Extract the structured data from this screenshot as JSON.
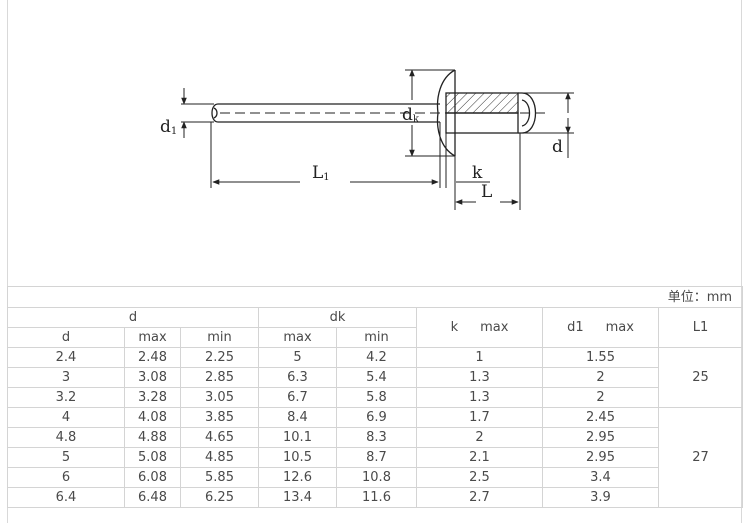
{
  "drawing": {
    "labels": {
      "d1_main": "d",
      "d1_sub": "1",
      "dk_main": "d",
      "dk_sub": "k",
      "L1_main": "L",
      "L1_sub": "1",
      "k": "k",
      "L": "L",
      "d": "d"
    },
    "line_color": "#222222",
    "hatch_color": "#333333"
  },
  "table": {
    "unit": "单位：mm",
    "header": {
      "d_group": "d",
      "dk_group": "dk",
      "k_label": "k",
      "k_max": "max",
      "d1_label": "d1",
      "d1_max": "max",
      "L1": "L1",
      "sub_d": "d",
      "sub_d_max": "max",
      "sub_d_min": "min",
      "sub_dk_max": "max",
      "sub_dk_min": "min"
    },
    "rows": [
      {
        "d": "2.4",
        "dmax": "2.48",
        "dmin": "2.25",
        "dkmax": "5",
        "dkmin": "4.2",
        "kmax": "1",
        "d1max": "1.55"
      },
      {
        "d": "3",
        "dmax": "3.08",
        "dmin": "2.85",
        "dkmax": "6.3",
        "dkmin": "5.4",
        "kmax": "1.3",
        "d1max": "2"
      },
      {
        "d": "3.2",
        "dmax": "3.28",
        "dmin": "3.05",
        "dkmax": "6.7",
        "dkmin": "5.8",
        "kmax": "1.3",
        "d1max": "2"
      },
      {
        "d": "4",
        "dmax": "4.08",
        "dmin": "3.85",
        "dkmax": "8.4",
        "dkmin": "6.9",
        "kmax": "1.7",
        "d1max": "2.45"
      },
      {
        "d": "4.8",
        "dmax": "4.88",
        "dmin": "4.65",
        "dkmax": "10.1",
        "dkmin": "8.3",
        "kmax": "2",
        "d1max": "2.95"
      },
      {
        "d": "5",
        "dmax": "5.08",
        "dmin": "4.85",
        "dkmax": "10.5",
        "dkmin": "8.7",
        "kmax": "2.1",
        "d1max": "2.95"
      },
      {
        "d": "6",
        "dmax": "6.08",
        "dmin": "5.85",
        "dkmax": "12.6",
        "dkmin": "10.8",
        "kmax": "2.5",
        "d1max": "3.4"
      },
      {
        "d": "6.4",
        "dmax": "6.48",
        "dmin": "6.25",
        "dkmax": "13.4",
        "dkmin": "11.6",
        "kmax": "2.7",
        "d1max": "3.9"
      }
    ],
    "L1_groups": [
      {
        "value": "25",
        "rows": 3
      },
      {
        "value": "27",
        "rows": 5
      }
    ],
    "border_color": "#d4d4d4",
    "text_color": "#4a4a4a"
  }
}
